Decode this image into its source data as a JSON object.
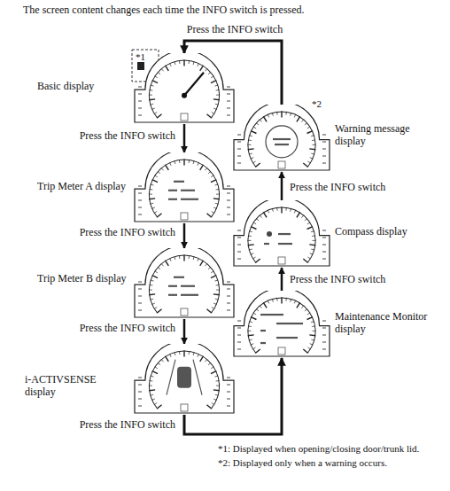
{
  "diagram": {
    "title": "The screen content changes each time the INFO switch is pressed.",
    "nodes": [
      {
        "text": [
          "Basic display"
        ]
      },
      {
        "text": [
          "Trip Meter A display"
        ]
      },
      {
        "text": [
          "Trip Meter B display"
        ]
      },
      {
        "text": [
          "i-ACTIVSENSE display"
        ]
      },
      {
        "text": [
          "Maintenance Monitor display"
        ]
      },
      {
        "text": [
          "Compass display"
        ]
      },
      {
        "text": [
          "Warning message display"
        ]
      }
    ],
    "edges": [
      {
        "from": 0,
        "to": 1,
        "arrow": "to",
        "label": "Press the INFO switch"
      },
      {
        "from": 1,
        "to": 2,
        "arrow": "to",
        "label": "Press the INFO switch"
      },
      {
        "from": 2,
        "to": 3,
        "arrow": "to",
        "label": "Press the INFO switch"
      },
      {
        "from": 3,
        "to": 4,
        "arrow": "to",
        "label": "Press the INFO switch"
      },
      {
        "from": 4,
        "to": 5,
        "arrow": "to",
        "label": "Press the INFO switch"
      },
      {
        "from": 5,
        "to": 6,
        "arrow": "to",
        "label": "Press the INFO switch"
      },
      {
        "from": 6,
        "to": 0,
        "arrow": "to",
        "label": "Press the INFO switch"
      }
    ],
    "labels": [
      "*1",
      "*2",
      "*1: Displayed when opening/closing door/trunk lid.",
      "*2: Displayed only when a warning occurs."
    ]
  }
}
